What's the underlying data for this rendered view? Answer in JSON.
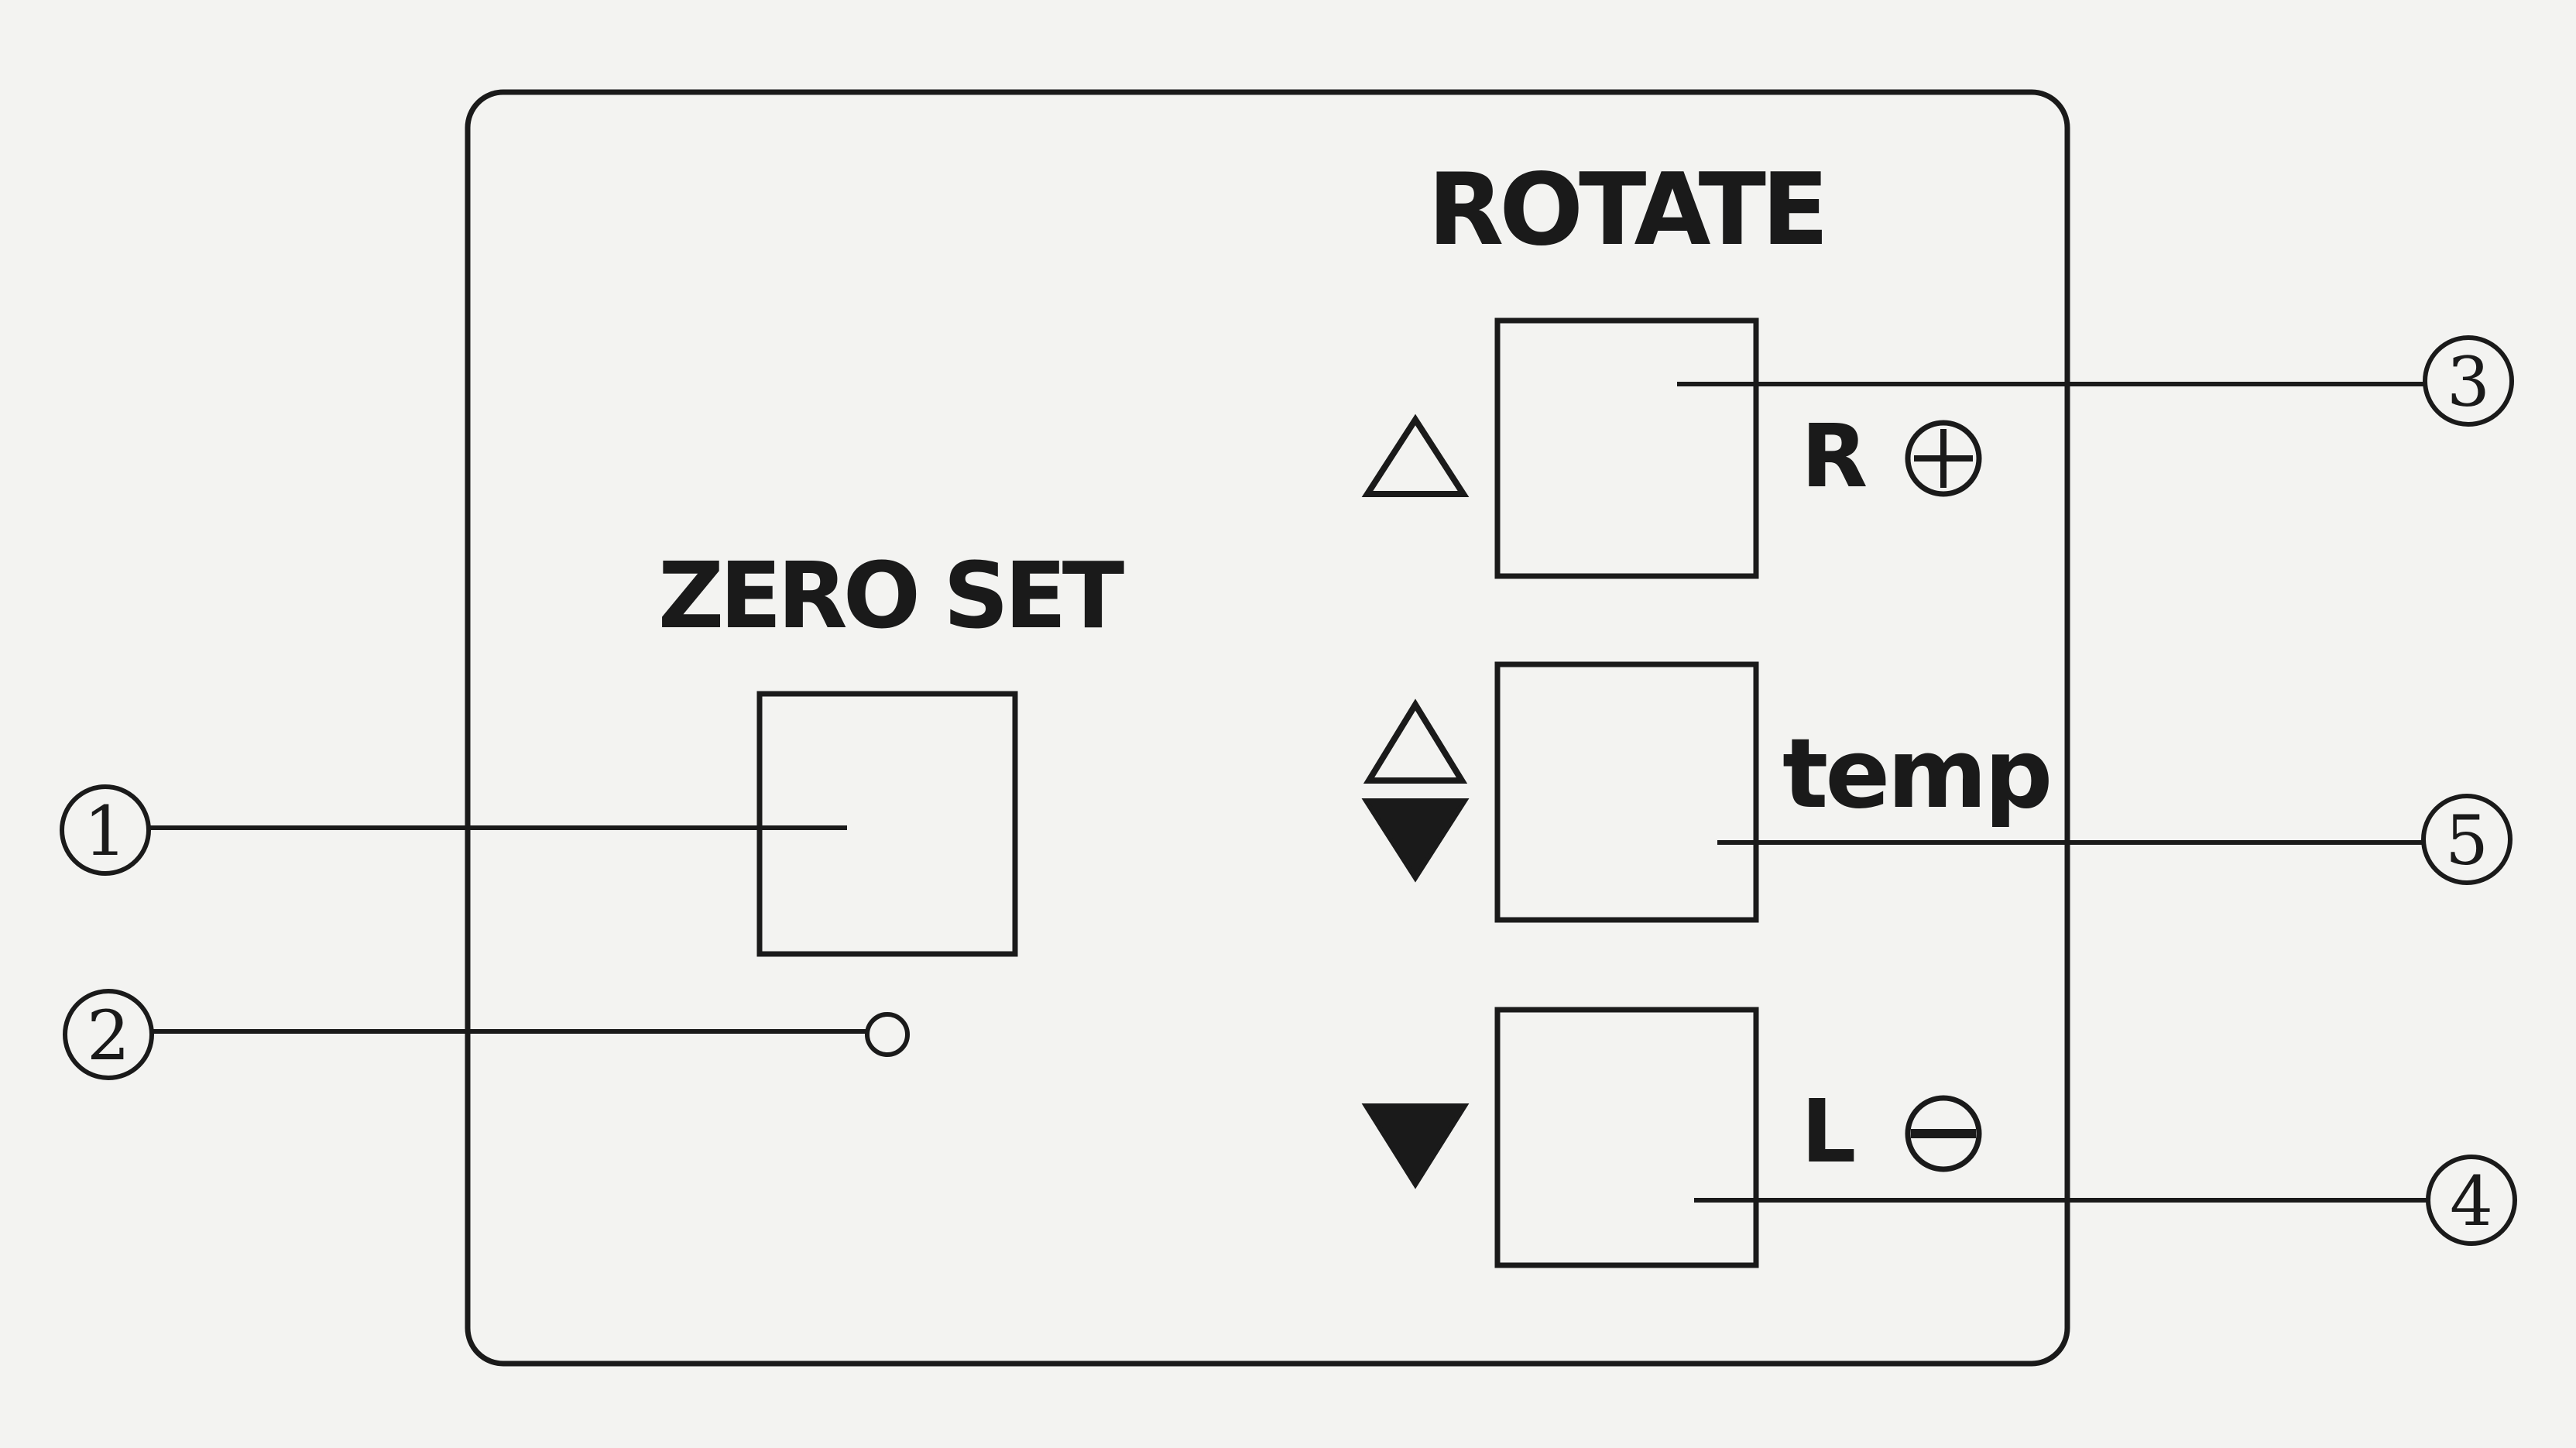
{
  "panel": {
    "zero_set_title": "ZERO SET",
    "rotate_title": "ROTATE",
    "right_label": "R",
    "temp_label": "temp",
    "left_label": "L"
  },
  "icons": {
    "up_arrow": "up-triangle-outline-icon",
    "up_down_arrow": "up-down-triangle-icon",
    "down_arrow": "down-triangle-filled-icon",
    "plus": "circle-plus-icon",
    "minus": "circle-minus-icon"
  },
  "callouts": {
    "c1": "1",
    "c2": "2",
    "c3": "3",
    "c4": "4",
    "c5": "5"
  },
  "colors": {
    "ink": "#1a1a1a",
    "paper": "#f3f3f1"
  }
}
